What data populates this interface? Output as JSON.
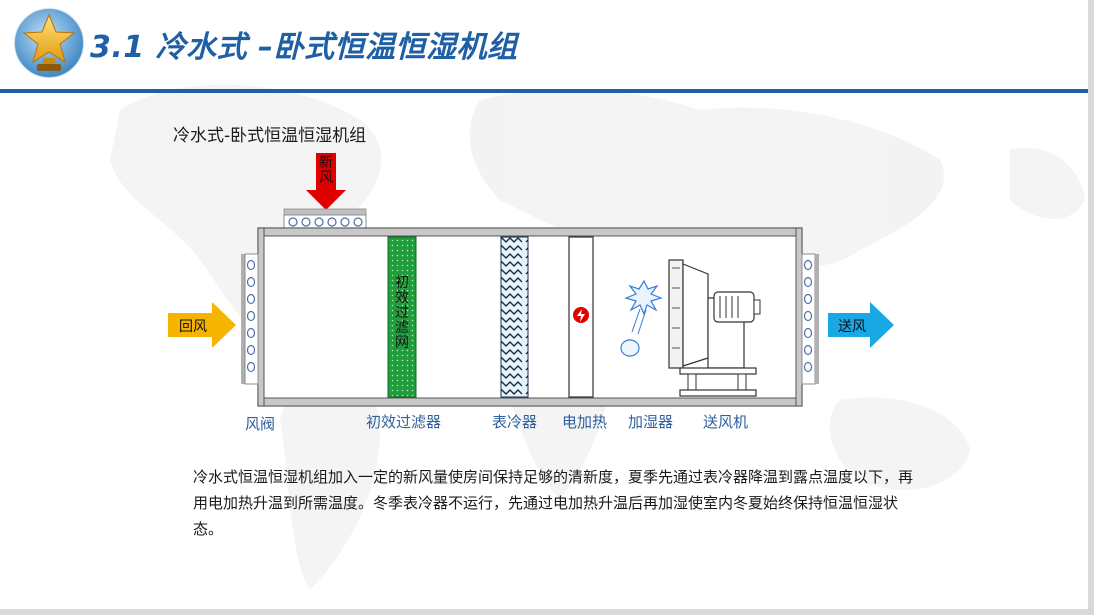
{
  "header": {
    "title": "3.1 冷水式 –卧式恒温恒湿机组",
    "badge_icon": "star-trophy-icon"
  },
  "diagram": {
    "title": "冷水式-卧式恒温恒湿机组",
    "fresh_air": "新风",
    "return_air": "回风",
    "supply_air": "送风",
    "filter_inner": "初效过滤网",
    "components": {
      "damper": "风阀",
      "filter": "初效过滤器",
      "cooler": "表冷器",
      "heater": "电加热",
      "humidifier": "加湿器",
      "fan": "送风机"
    },
    "colors": {
      "fresh_air_arrow": "#e00000",
      "return_air_arrow": "#f5b400",
      "supply_air_arrow": "#19a8e6",
      "filter": "#1f9d3a",
      "title_blue": "#1f5fa6"
    }
  },
  "description": "冷水式恒温恒湿机组加入一定的新风量使房间保持足够的清新度，夏季先通过表冷器降温到露点温度以下，再用电加热升温到所需温度。冬季表冷器不运行，先通过电加热升温后再加湿使室内冬夏始终保持恒温恒湿状态。"
}
